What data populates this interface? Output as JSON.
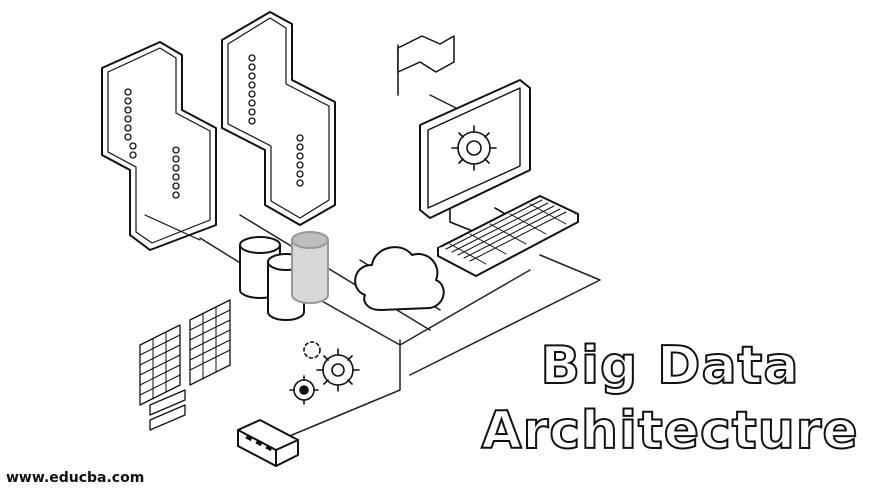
{
  "title": {
    "line1": "Big Data",
    "line2": "Architecture"
  },
  "footer": {
    "url": "www.educba.com"
  },
  "colors": {
    "ink": "#111111",
    "background": "#ffffff",
    "accent_gray": "#bdbdbd"
  },
  "icons": [
    "server-rack-icon",
    "flag-icon",
    "monitor-gear-icon",
    "keyboard-icon",
    "database-cylinder-icon",
    "cloud-icon",
    "spreadsheet-icon",
    "gears-icon",
    "storage-device-icon"
  ]
}
